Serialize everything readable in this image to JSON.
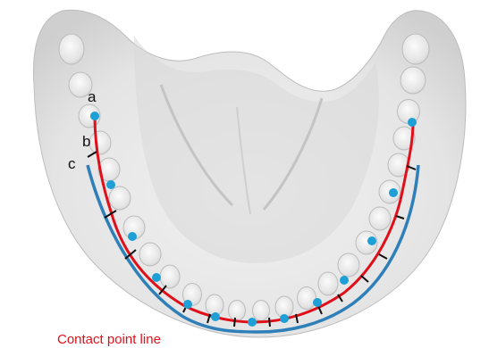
{
  "labels": {
    "a": "a",
    "b": "b",
    "c": "c"
  },
  "legend": {
    "contact_point_line": "Contact point line"
  },
  "colors": {
    "contact_point_line": "#e0101a",
    "outer_line": "#2f7fb8",
    "contact_dot": "#1ea0d6",
    "connector": "#111111",
    "cast": "#e6e6e6",
    "label_text": "#111111"
  }
}
